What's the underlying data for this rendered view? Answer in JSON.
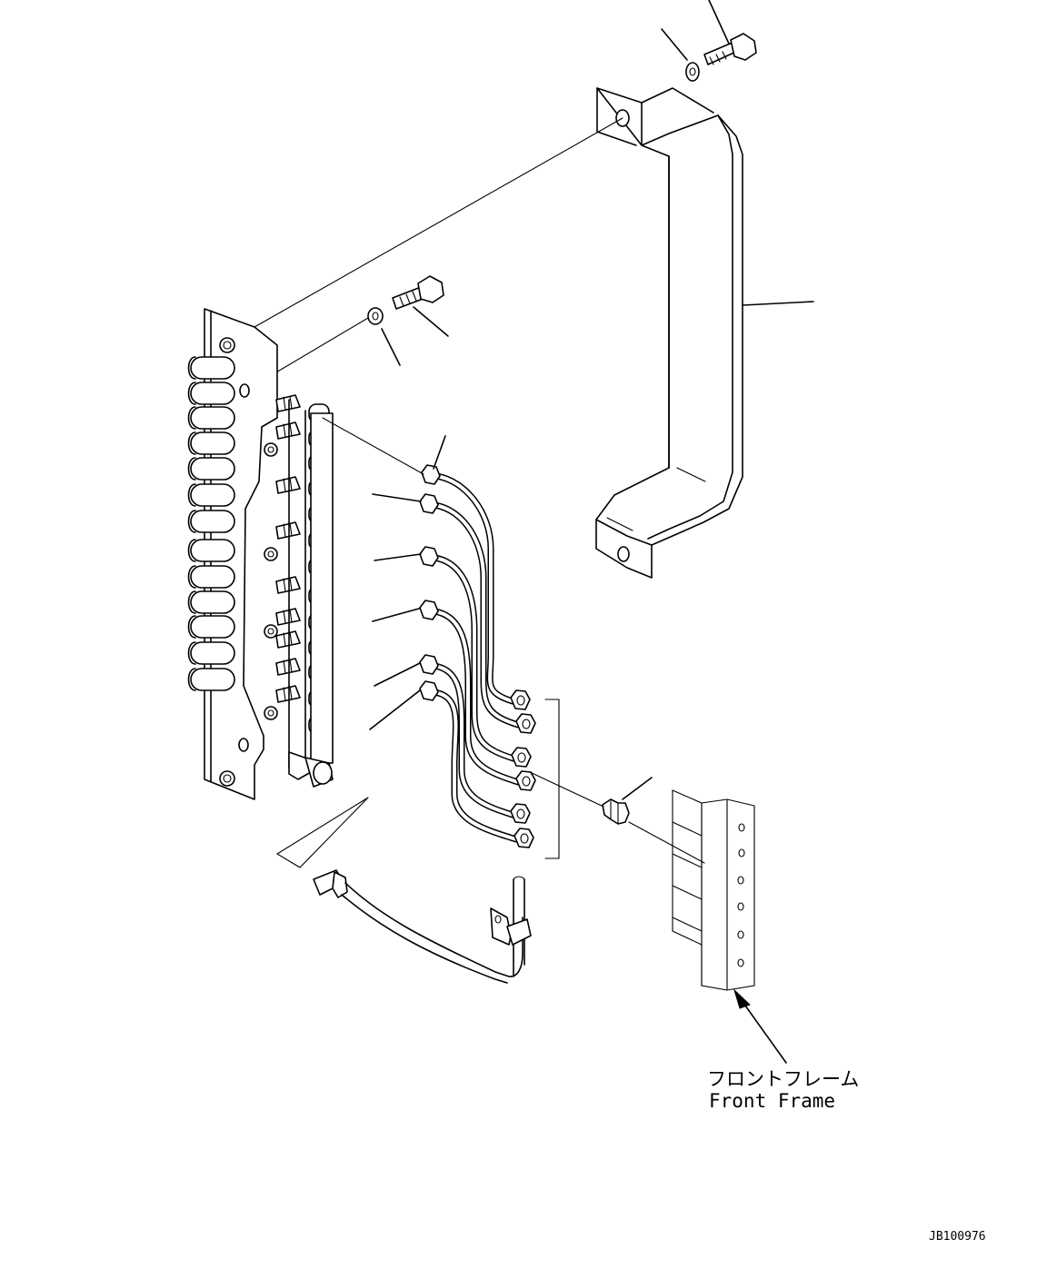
{
  "labels": {
    "front_frame_jp": "フロントフレーム",
    "front_frame_en": "Front Frame",
    "drawing_id": "JB100976"
  }
}
